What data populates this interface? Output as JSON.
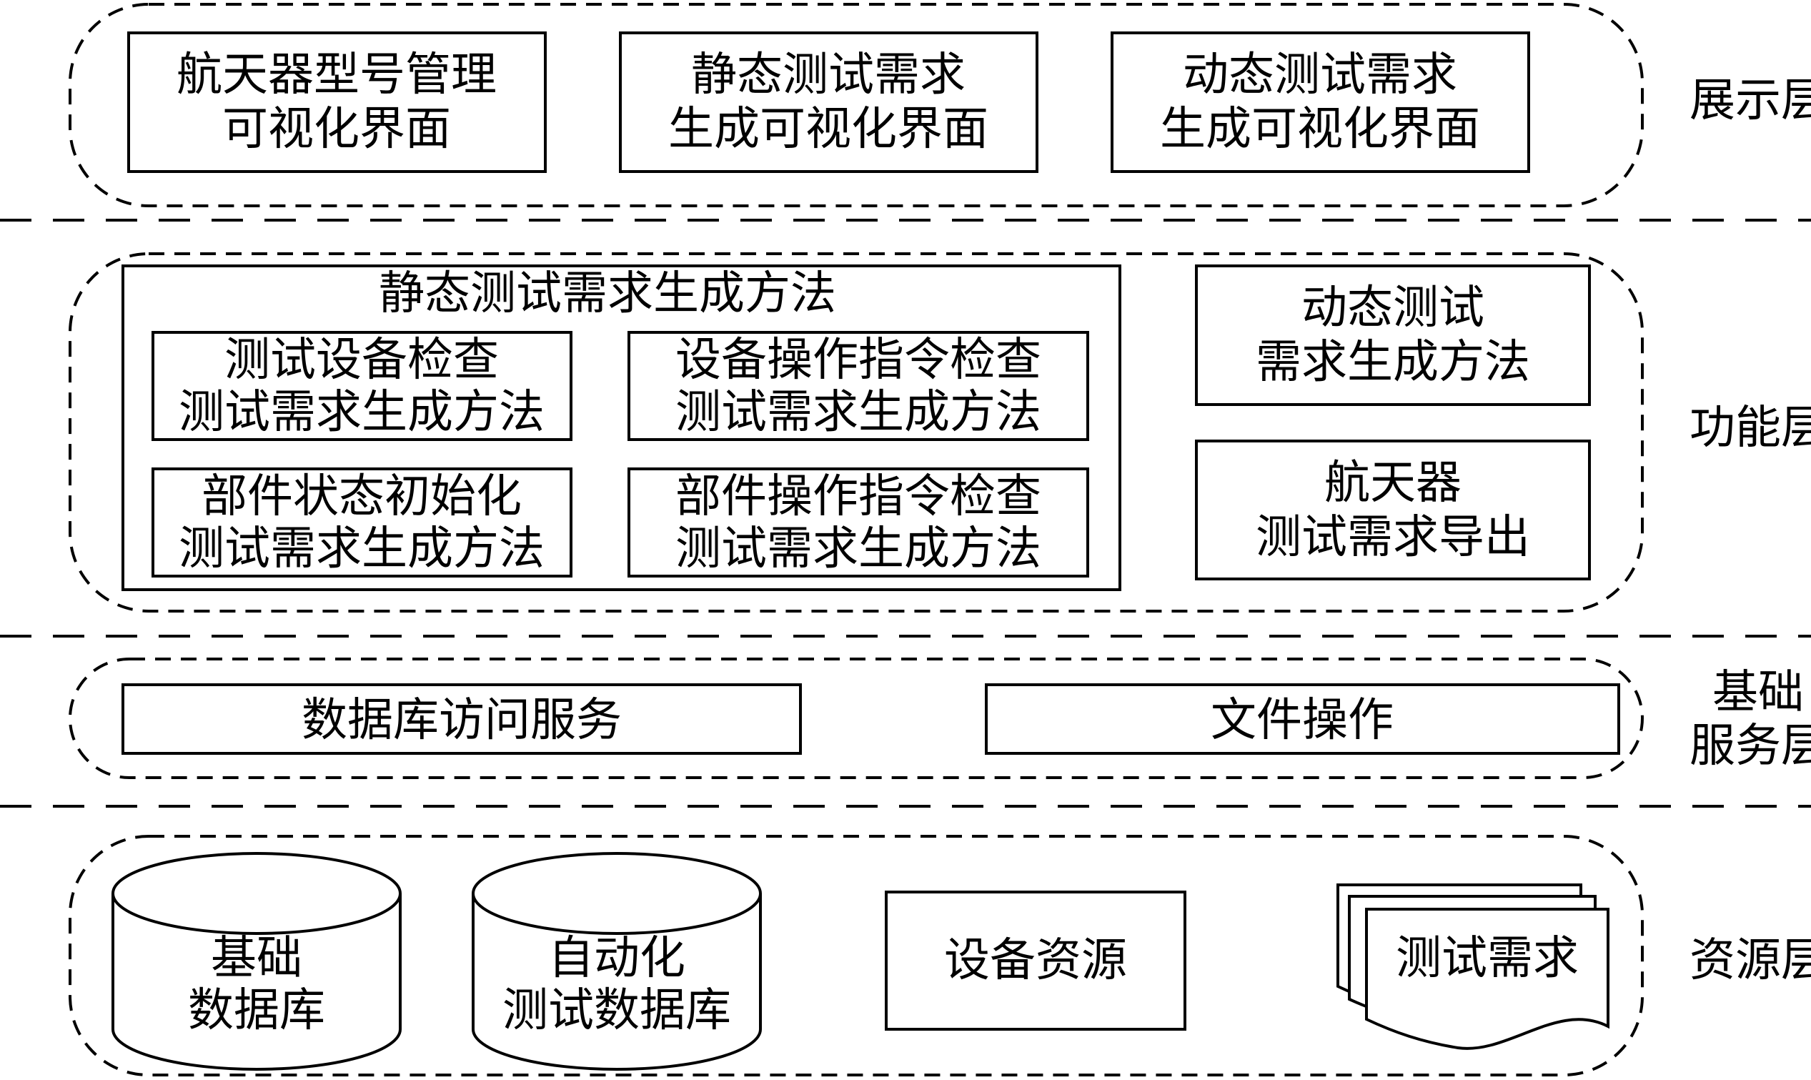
{
  "layers": {
    "presentation": "展示层",
    "function": [
      "功能层"
    ],
    "base_service": [
      "基础",
      "服务层"
    ],
    "resource": "资源层"
  },
  "presentation": {
    "box1": [
      "航天器型号管理",
      "可视化界面"
    ],
    "box2": [
      "静态测试需求",
      "生成可视化界面"
    ],
    "box3": [
      "动态测试需求",
      "生成可视化界面"
    ]
  },
  "function": {
    "static_title": "静态测试需求生成方法",
    "sub1": [
      "测试设备检查",
      "测试需求生成方法"
    ],
    "sub2": [
      "设备操作指令检查",
      "测试需求生成方法"
    ],
    "sub3": [
      "部件状态初始化",
      "测试需求生成方法"
    ],
    "sub4": [
      "部件操作指令检查",
      "测试需求生成方法"
    ],
    "dynamic": [
      "动态测试",
      "需求生成方法"
    ],
    "export": [
      "航天器",
      "测试需求导出"
    ]
  },
  "base_service": {
    "db_access": "数据库访问服务",
    "file_ops": "文件操作"
  },
  "resource": {
    "base_db": [
      "基础",
      "数据库"
    ],
    "auto_db": [
      "自动化",
      "测试数据库"
    ],
    "equipment": "设备资源",
    "requirements": "测试需求"
  }
}
